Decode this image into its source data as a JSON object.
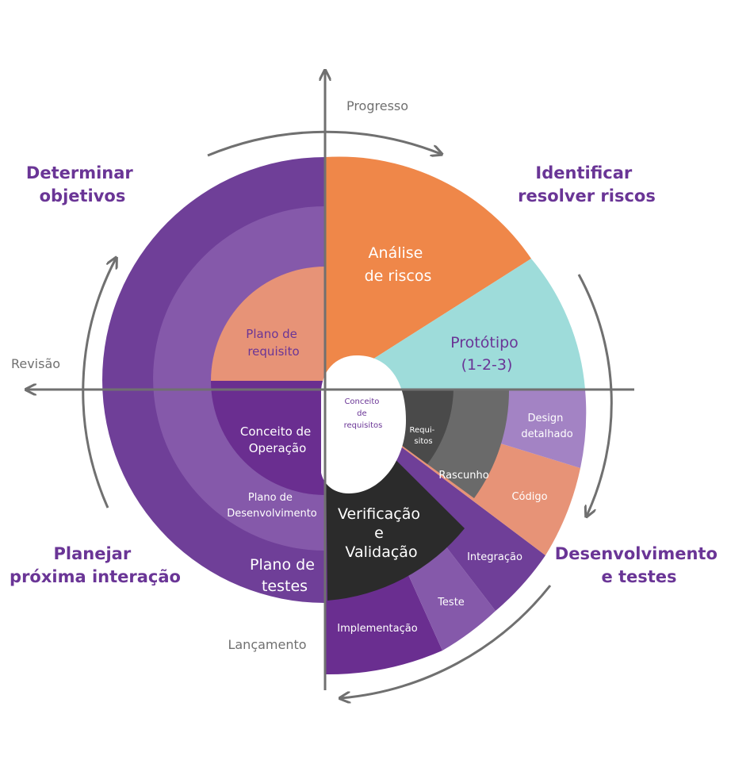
{
  "axes": {
    "top": "Progresso",
    "left": "Revisão",
    "bottom": "Lançamento"
  },
  "quadrants": {
    "top_left": [
      "Determinar",
      "objetivos"
    ],
    "top_right": [
      "Identificar",
      "resolver riscos"
    ],
    "bottom_left": [
      "Planejar",
      "próxima interação"
    ],
    "bottom_right": [
      "Desenvolvimento",
      "e testes"
    ]
  },
  "segments": {
    "analise": [
      "Análise",
      "de riscos"
    ],
    "prototipo": [
      "Protótipo",
      "(1-2-3)"
    ],
    "plano_requisito": [
      "Plano de",
      "requisito"
    ],
    "conceito_operacao": [
      "Conceito de",
      "Operação"
    ],
    "plano_desenvolvimento": [
      "Plano de",
      "Desenvolvimento"
    ],
    "plano_testes": [
      "Plano de",
      "testes"
    ],
    "conceito_requisitos": [
      "Conceito",
      "de",
      "requisitos"
    ],
    "requisitos": [
      "Requi-",
      "sitos"
    ],
    "rascunho": "Rascunho",
    "design_detalhado": [
      "Design",
      "detalhado"
    ],
    "codigo": "Código",
    "integracao": "Integração",
    "teste": "Teste",
    "implementacao": "Implementação",
    "verificacao": [
      "Verificação",
      "e",
      "Validação"
    ]
  },
  "colors": {
    "purple_dark": "#6a3596",
    "purple_outer": "#6f3f98",
    "purple_mid": "#8559aa",
    "purple_light": "#a383c4",
    "orange": "#ef8749",
    "salmon": "#e79377",
    "teal": "#9edcda",
    "dark_gray": "#2b2b2b",
    "mid_gray": "#6a6a6a",
    "gray": "#4a4a4a",
    "axis": "#707070"
  }
}
